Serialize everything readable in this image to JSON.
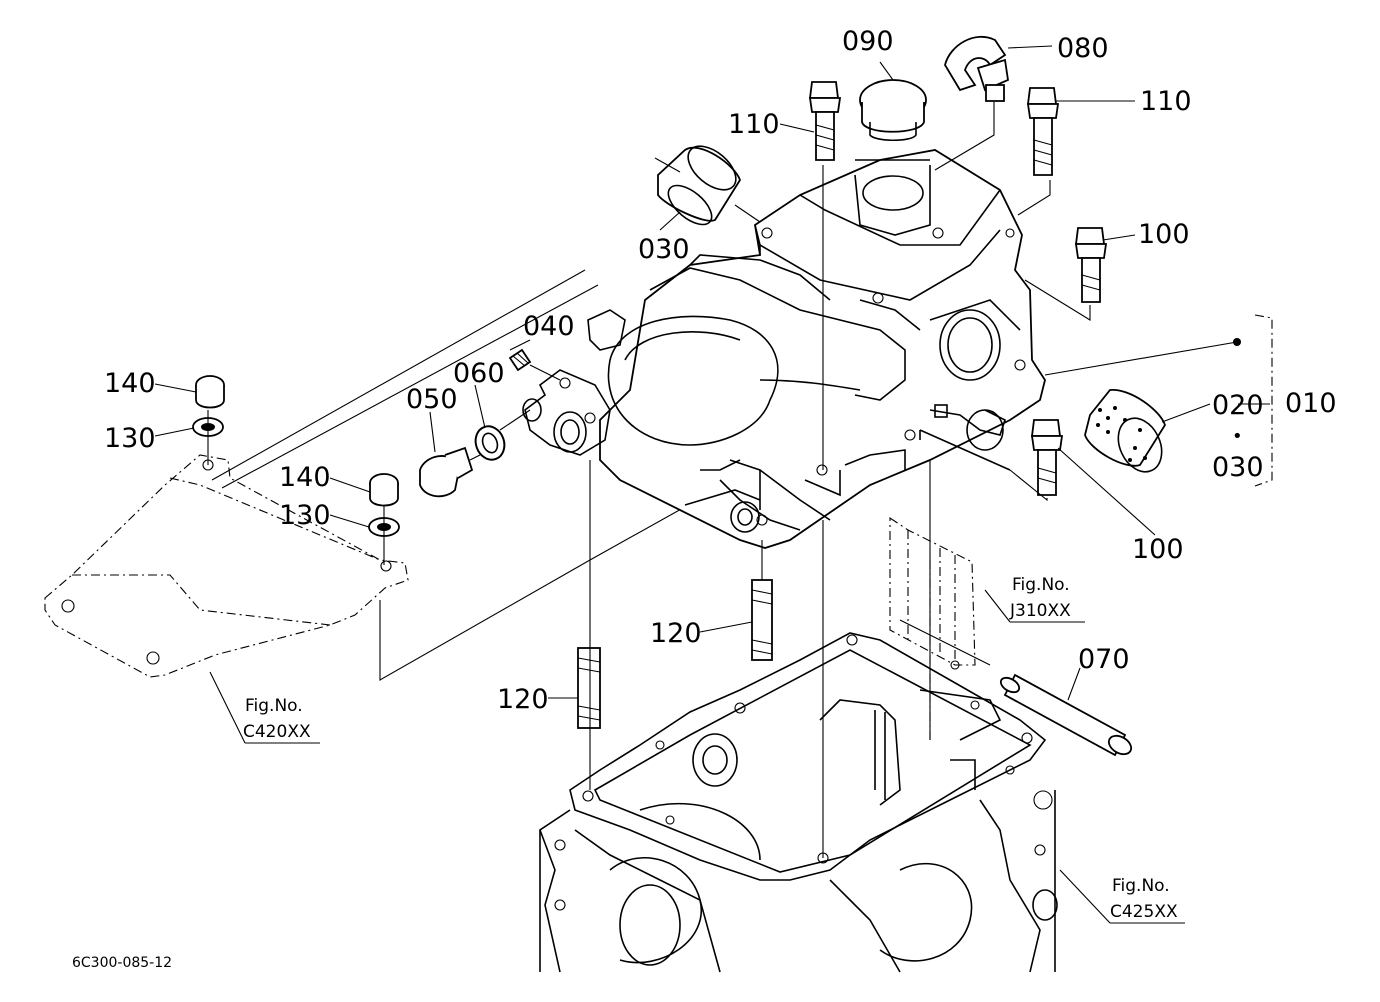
{
  "diagram": {
    "drawing_number": "6C300-085-12",
    "callouts": {
      "c010": "010",
      "c020": "020",
      "c030a": "030",
      "c030b": "030",
      "c040": "040",
      "c050": "050",
      "c060": "060",
      "c070": "070",
      "c080": "080",
      "c090": "090",
      "c100a": "100",
      "c100b": "100",
      "c110a": "110",
      "c110b": "110",
      "c120a": "120",
      "c120b": "120",
      "c130a": "130",
      "c130b": "130",
      "c140a": "140",
      "c140b": "140",
      "dot": "•"
    },
    "figure_refs": {
      "j310": {
        "label": "Fig.No.",
        "code": "J310XX"
      },
      "c420": {
        "label": "Fig.No.",
        "code": "C420XX"
      },
      "c425": {
        "label": "Fig.No.",
        "code": "C425XX"
      }
    }
  }
}
